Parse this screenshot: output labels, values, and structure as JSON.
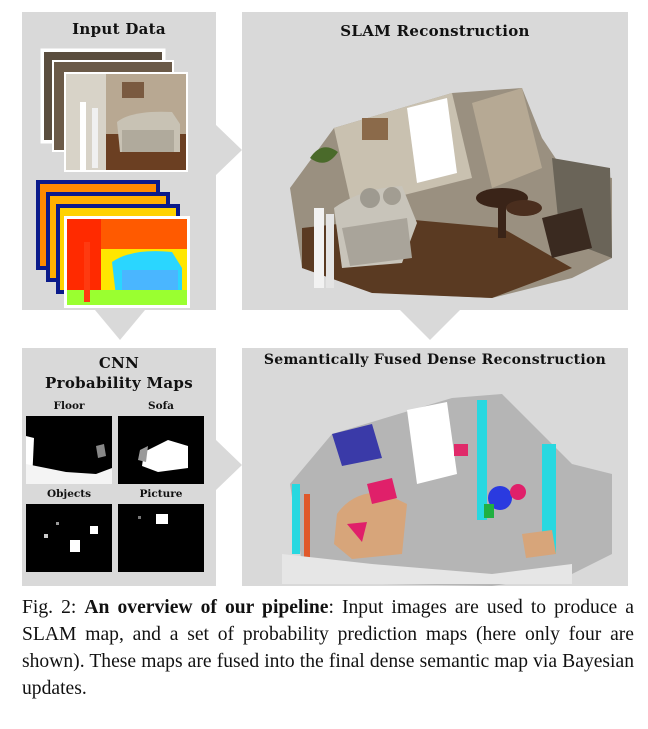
{
  "panels": {
    "input": {
      "title": "Input Data"
    },
    "slam": {
      "title": "SLAM Reconstruction"
    },
    "cnn": {
      "title_line1": "CNN",
      "title_line2": "Probability Maps"
    },
    "semantic": {
      "title": "Semantically Fused Dense Reconstruction"
    }
  },
  "prob_maps": [
    {
      "label": "Floor"
    },
    {
      "label": "Sofa"
    },
    {
      "label": "Objects"
    },
    {
      "label": "Picture"
    }
  ],
  "caption": {
    "prefix": "Fig. 2: ",
    "bold": "An overview of our pipeline",
    "text": ": Input images are used to produce a SLAM map, and a set of probability prediction maps (here only four are shown). These maps are fused into the final dense semantic map via Bayesian updates."
  }
}
